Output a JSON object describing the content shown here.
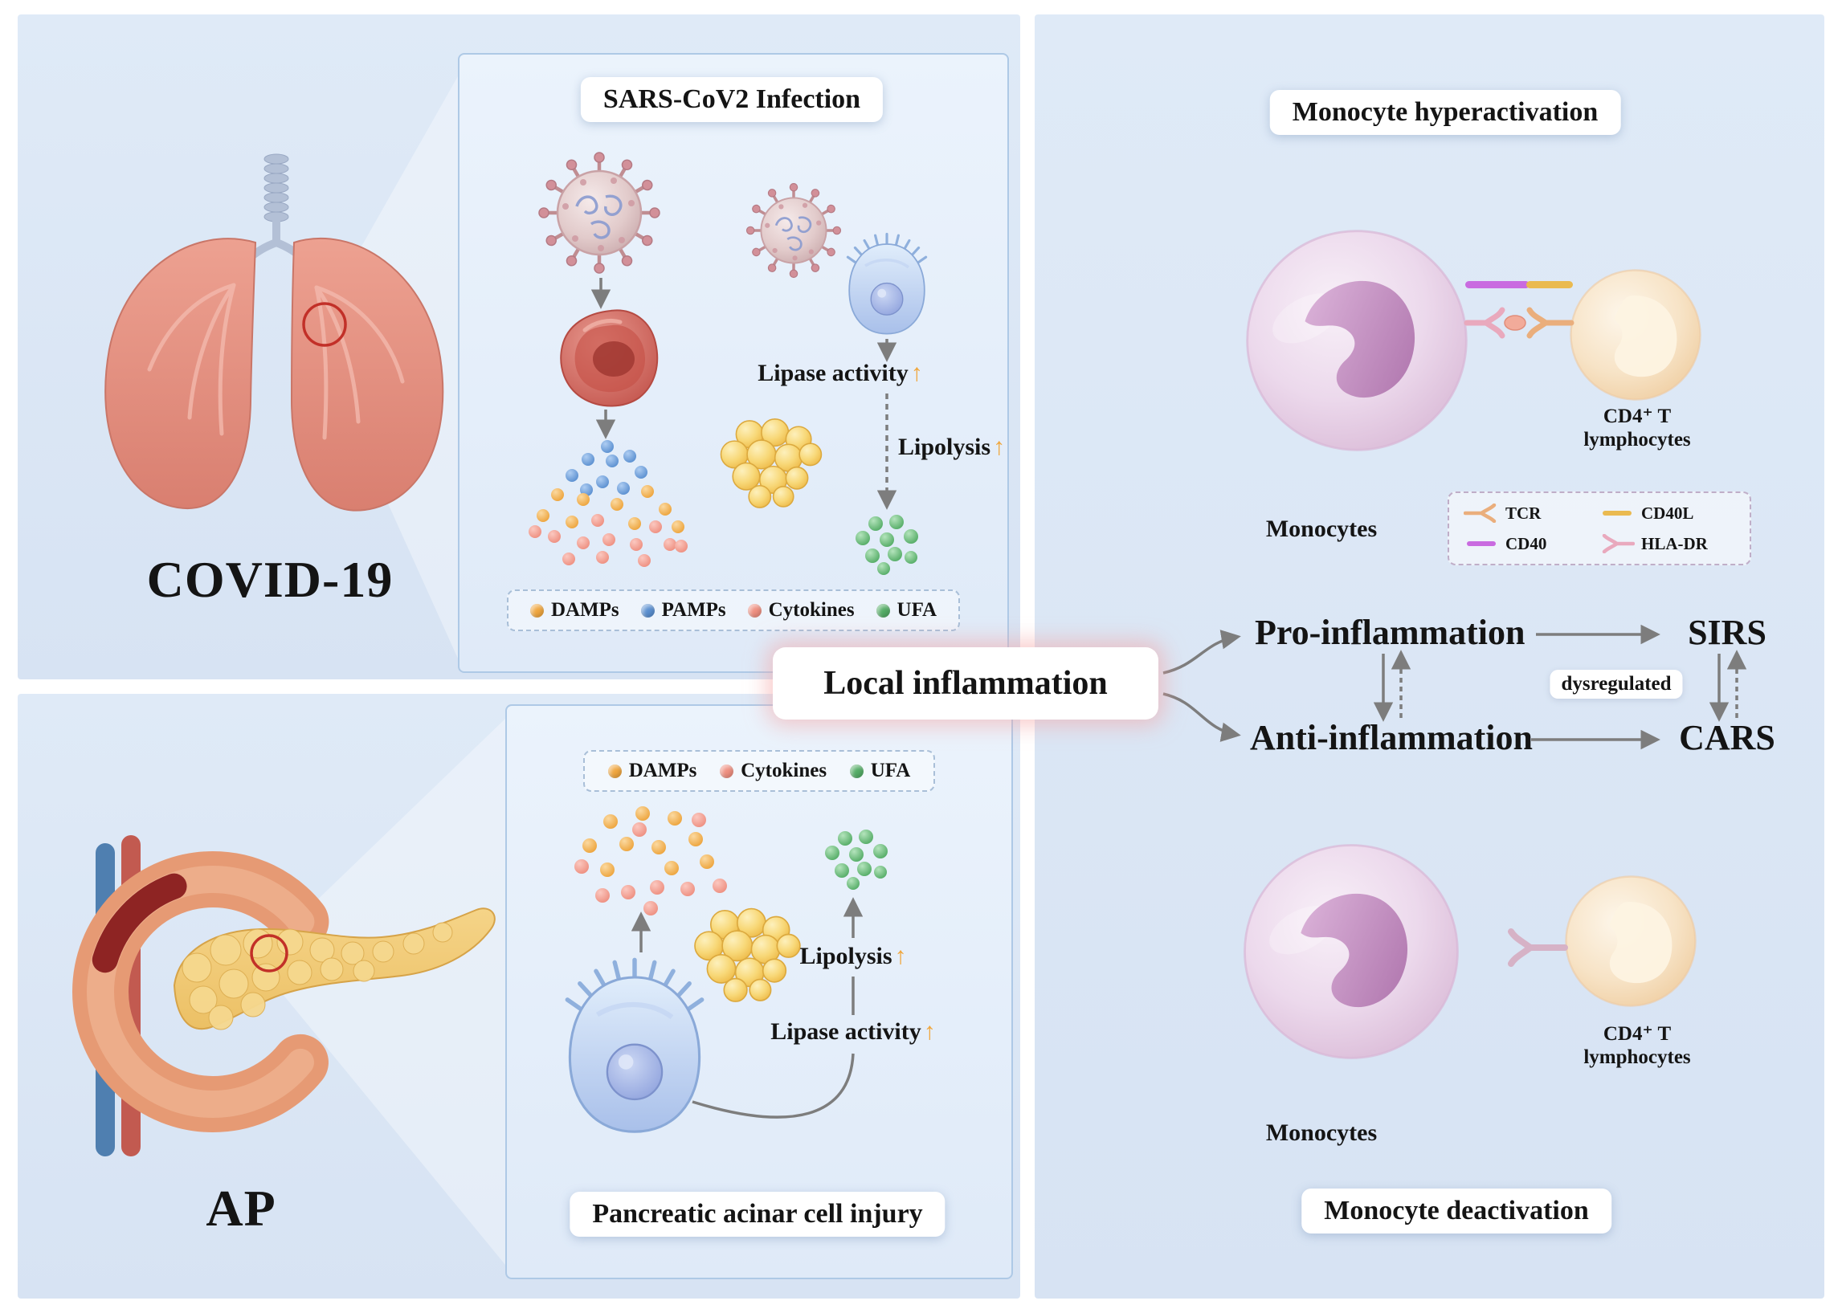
{
  "covid": {
    "label": "COVID-19"
  },
  "ap": {
    "label": "AP"
  },
  "sars_panel": {
    "title": "SARS-CoV2 Infection",
    "lipase_label": "Lipase activity",
    "lipolysis_label": "Lipolysis",
    "up_arrow": "↑",
    "legend": {
      "damps": "DAMPs",
      "pamps": "PAMPs",
      "cytokines": "Cytokines",
      "ufa": "UFA"
    }
  },
  "pancreatic_panel": {
    "title": "Pancreatic acinar cell injury",
    "lipase_label": "Lipase activity",
    "lipolysis_label": "Lipolysis",
    "up_arrow": "↑",
    "legend": {
      "damps": "DAMPs",
      "cytokines": "Cytokines",
      "ufa": "UFA"
    }
  },
  "center": {
    "local_inflammation": "Local inflammation",
    "pro_inflammation": "Pro-inflammation",
    "anti_inflammation": "Anti-inflammation",
    "sirs": "SIRS",
    "cars": "CARS",
    "dysregulated": "dysregulated"
  },
  "hyperactivation": {
    "title": "Monocyte hyperactivation",
    "monocytes_label": "Monocytes",
    "cd4_line1": "CD4⁺ T",
    "cd4_line2": "lymphocytes",
    "legend": {
      "tcr": "TCR",
      "cd40l": "CD40L",
      "cd40": "CD40",
      "hladr": "HLA-DR"
    }
  },
  "deactivation": {
    "title": "Monocyte deactivation",
    "monocytes_label": "Monocytes",
    "cd4_line1": "CD4⁺ T",
    "cd4_line2": "lymphocytes"
  },
  "colors": {
    "damps": "#efa63f",
    "pamps": "#5a8fd0",
    "cytokines": "#ee8f80",
    "ufa": "#54ac66",
    "cd40": "#c96be0",
    "cd40l": "#eaba50",
    "tcr": "#eaae7c",
    "hla_dr": "#e9a9bd",
    "quadrant_bg": "#dbe7f5",
    "panel_bg": "#e9f1fb",
    "up_arrow": "#f0a63c"
  }
}
